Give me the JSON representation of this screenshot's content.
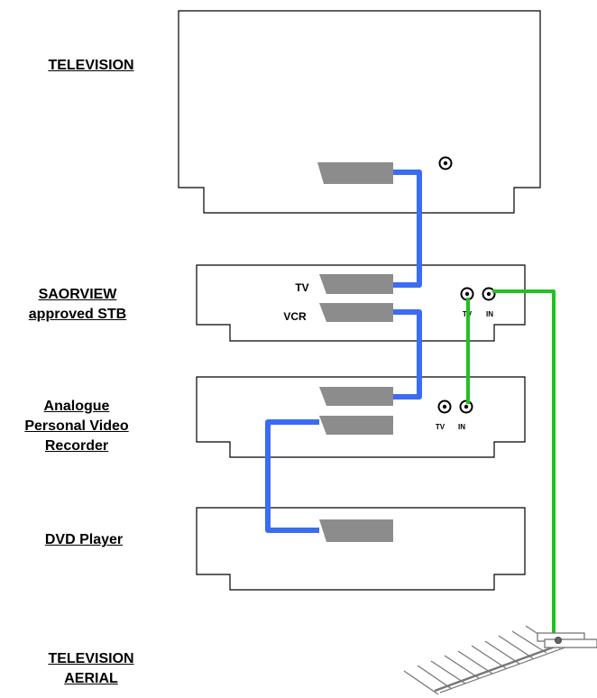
{
  "labels": {
    "television": "TELEVISION",
    "stb_line1": "SAORVIEW",
    "stb_line2": "approved STB",
    "pvr_line1": "Analogue",
    "pvr_line2": "Personal Video",
    "pvr_line3": "Recorder",
    "dvd": "DVD Player",
    "aerial_line1": "TELEVISION",
    "aerial_line2": "AERIAL"
  },
  "stb": {
    "scart_tv": "TV",
    "scart_vcr": "VCR",
    "rf_tv": "TV",
    "rf_in": "IN"
  },
  "pvr": {
    "rf_tv": "TV",
    "rf_in": "IN"
  },
  "colors": {
    "scart_cable": "#3a6cf4",
    "rf_cable": "#22c022",
    "scart_connector": "#8c8c8c",
    "outline": "#000000"
  }
}
